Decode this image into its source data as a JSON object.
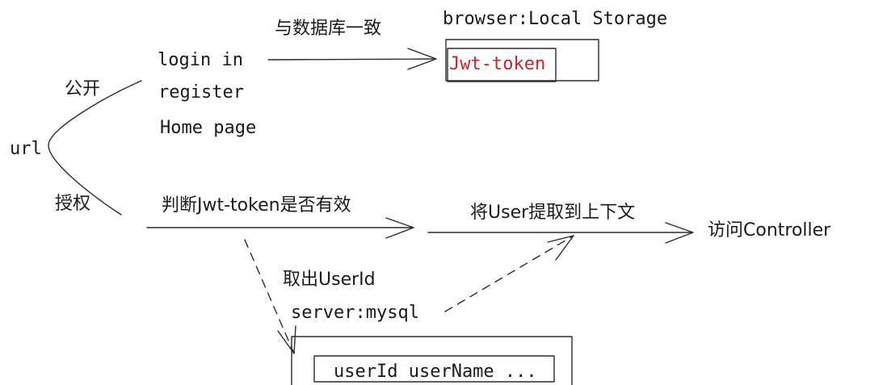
{
  "top": {
    "storage_title": "browser:Local Storage",
    "consistent_label": "与数据库一致",
    "token_label": "Jwt-token"
  },
  "branches": {
    "url_label": "url",
    "public_label": "公开",
    "auth_label": "授权",
    "public_items": [
      "login in",
      "register",
      "Home page"
    ]
  },
  "flow": {
    "check_label": "判断Jwt-token是否有效",
    "context_label": "将User提取到上下文",
    "controller_label": "访问Controller",
    "extract_label": "取出UserId",
    "server_label": "server:mysql"
  },
  "db": {
    "columns_label": "userId userName ..."
  },
  "colors": {
    "ink": "#2b2b2b",
    "token_red": "#c0282a"
  }
}
